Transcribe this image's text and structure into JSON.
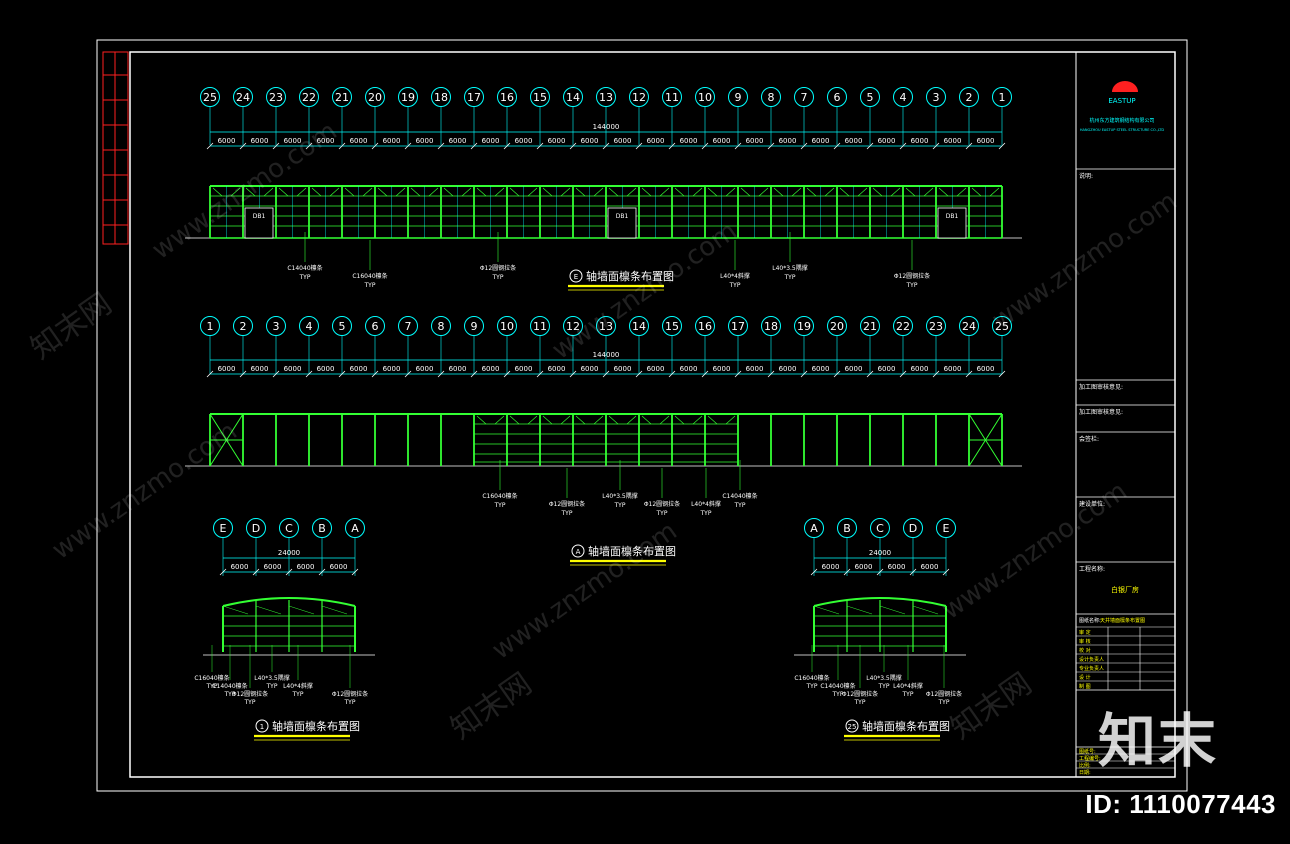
{
  "drawing": {
    "top_axes": [
      "25",
      "24",
      "23",
      "22",
      "21",
      "20",
      "19",
      "18",
      "17",
      "16",
      "15",
      "14",
      "13",
      "12",
      "11",
      "10",
      "9",
      "8",
      "7",
      "6",
      "5",
      "4",
      "3",
      "2",
      "1"
    ],
    "bottom_axes": [
      "1",
      "2",
      "3",
      "4",
      "5",
      "6",
      "7",
      "8",
      "9",
      "10",
      "11",
      "12",
      "13",
      "14",
      "15",
      "16",
      "17",
      "18",
      "19",
      "20",
      "21",
      "22",
      "23",
      "24",
      "25"
    ],
    "gable_left_axes": [
      "E",
      "D",
      "C",
      "B",
      "A"
    ],
    "gable_right_axes": [
      "A",
      "B",
      "C",
      "D",
      "E"
    ],
    "total_dim": "144000",
    "bay_dim": "6000",
    "gable_total_dim": "24000",
    "gable_bay_dim": "6000",
    "door_tag": "DB1",
    "typ": "TYP",
    "top_title_circle": "E",
    "top_title": "轴墙面檩条布置图",
    "mid_title_circle": "A",
    "mid_title": "轴墙面檩条布置图",
    "gl_title_circle": "1",
    "gl_title": "轴墙面檩条布置图",
    "gr_title_circle": "25",
    "gr_title": "轴墙面檩条布置图",
    "top_callouts": [
      "C14040檩条",
      "C16040檩条",
      "Φ12圆钢拉条",
      "L40*4斜撑",
      "L40*3.5隅撑",
      "Φ12圆钢拉条"
    ],
    "mid_callouts": [
      "C16040檩条",
      "Φ12圆钢拉条",
      "L40*3.5隅撑",
      "Φ12圆钢拉条",
      "C14040檩条",
      "L40*4斜撑"
    ],
    "gl_callouts": [
      "C16040檩条",
      "C14040檩条",
      "Φ12圆钢拉条",
      "L40*3.5隅撑",
      "L40*4斜撑",
      "Φ12圆钢拉条"
    ],
    "gr_callouts": [
      "C16040檩条",
      "C14040檩条",
      "Φ12圆钢拉条",
      "L40*3.5隅撑",
      "L40*4斜撑",
      "Φ12圆钢拉条"
    ]
  },
  "titleblock": {
    "logo_text": "EASTUP",
    "company_name": "杭州东方建筑钢结构有限公司",
    "company_sub": "HANGZHOU EASTUP STEEL STRUCTURE CO.,LTD",
    "notes_label": "说明:",
    "row1": "加工图审核意见:",
    "row2": "加工图审核意见:",
    "row3": "会签栏:",
    "row4": "建设单位:",
    "project_label": "工程名称:",
    "project_value": "白银厂房",
    "drawing_label": "图纸名称:",
    "drawing_value": "天井墙面檩条布置图",
    "roles": [
      "审  定",
      "审  核",
      "校  对",
      "设计负责人",
      "专业负责人",
      "设  计",
      "制  图"
    ],
    "bottom": [
      "图纸号:",
      "工程编号:",
      "比例:",
      "日期:"
    ]
  },
  "watermark": {
    "site": "www.znzmo.com",
    "logo": "知末",
    "logo_sub": "知末网",
    "id_text": "ID: 1110077443"
  },
  "colors": {
    "green": "#33ff33",
    "cyan": "#00ffff",
    "yellow": "#ffff00",
    "white": "#ffffff",
    "red": "#ff2020"
  }
}
